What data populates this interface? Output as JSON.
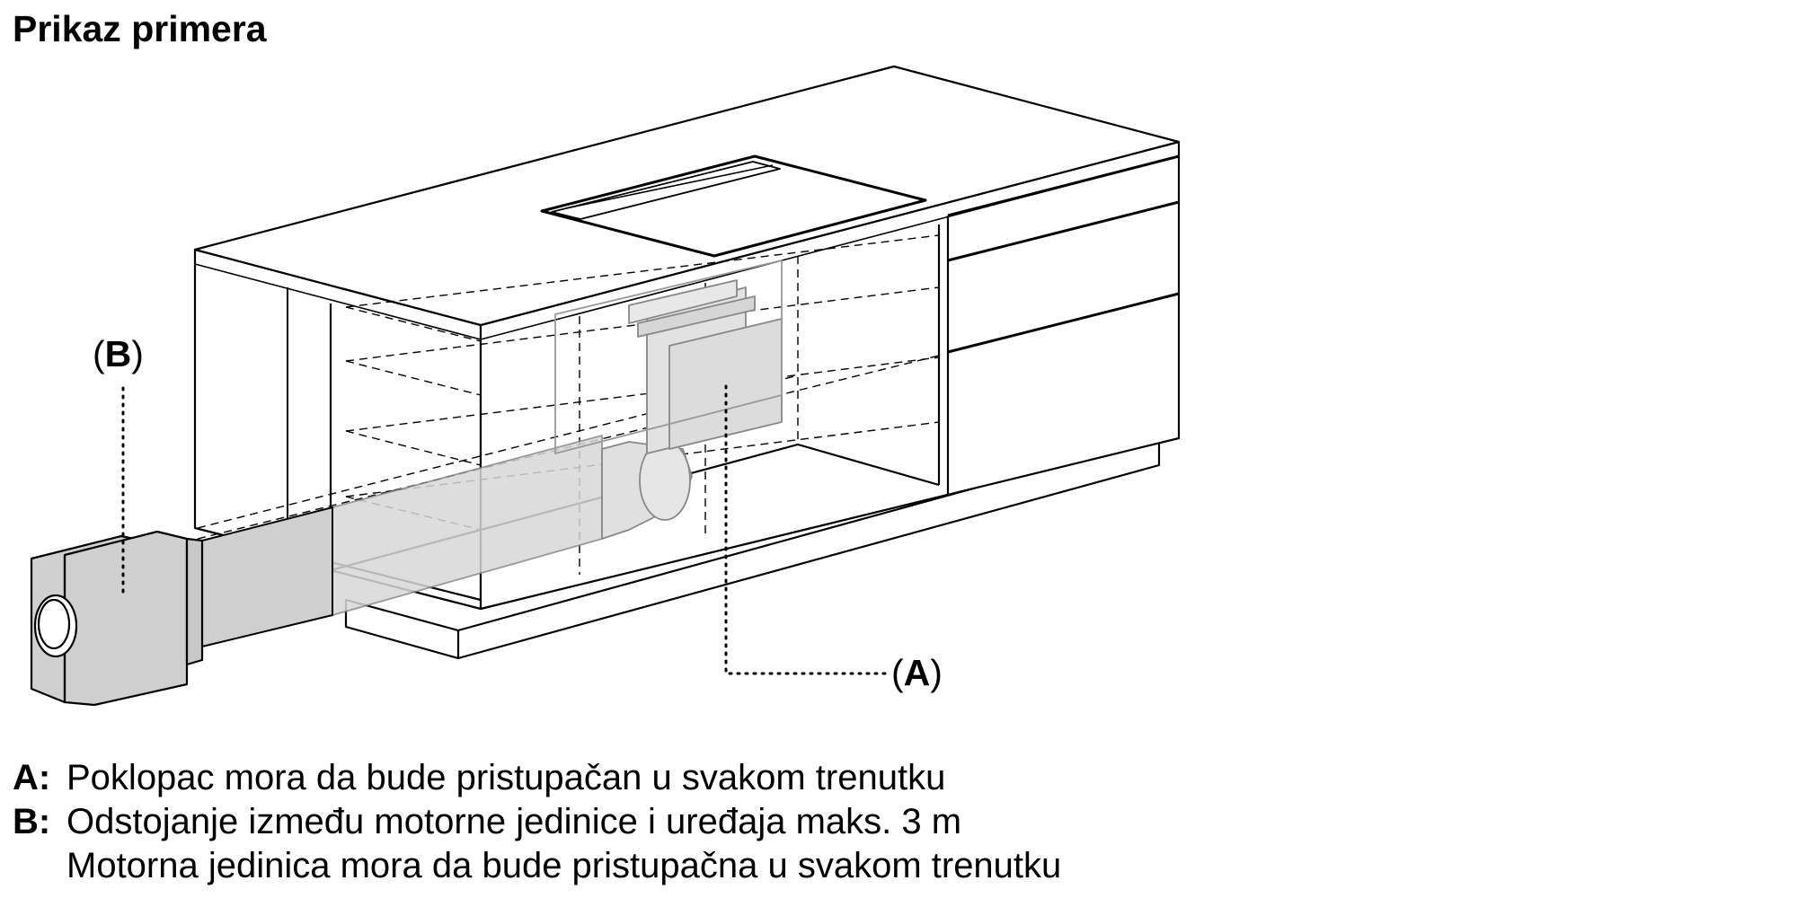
{
  "title": "Prikaz primera",
  "callouts": {
    "a": {
      "open": "(",
      "key": "A",
      "close": ")"
    },
    "b": {
      "open": "(",
      "key": "B",
      "close": ")"
    }
  },
  "legend": [
    {
      "key": "A:",
      "lines": [
        "Poklopac mora da bude pristupačan u svakom trenutku"
      ]
    },
    {
      "key": "B:",
      "lines": [
        "Odstojanje između motorne jedinice i uređaja maks. 3 m",
        "Motorna jedinica mora da bude pristupačna u svakom trenutku"
      ]
    }
  ],
  "colors": {
    "line": "#000000",
    "hidden": "#888888",
    "fill": "#d0d0d0"
  }
}
